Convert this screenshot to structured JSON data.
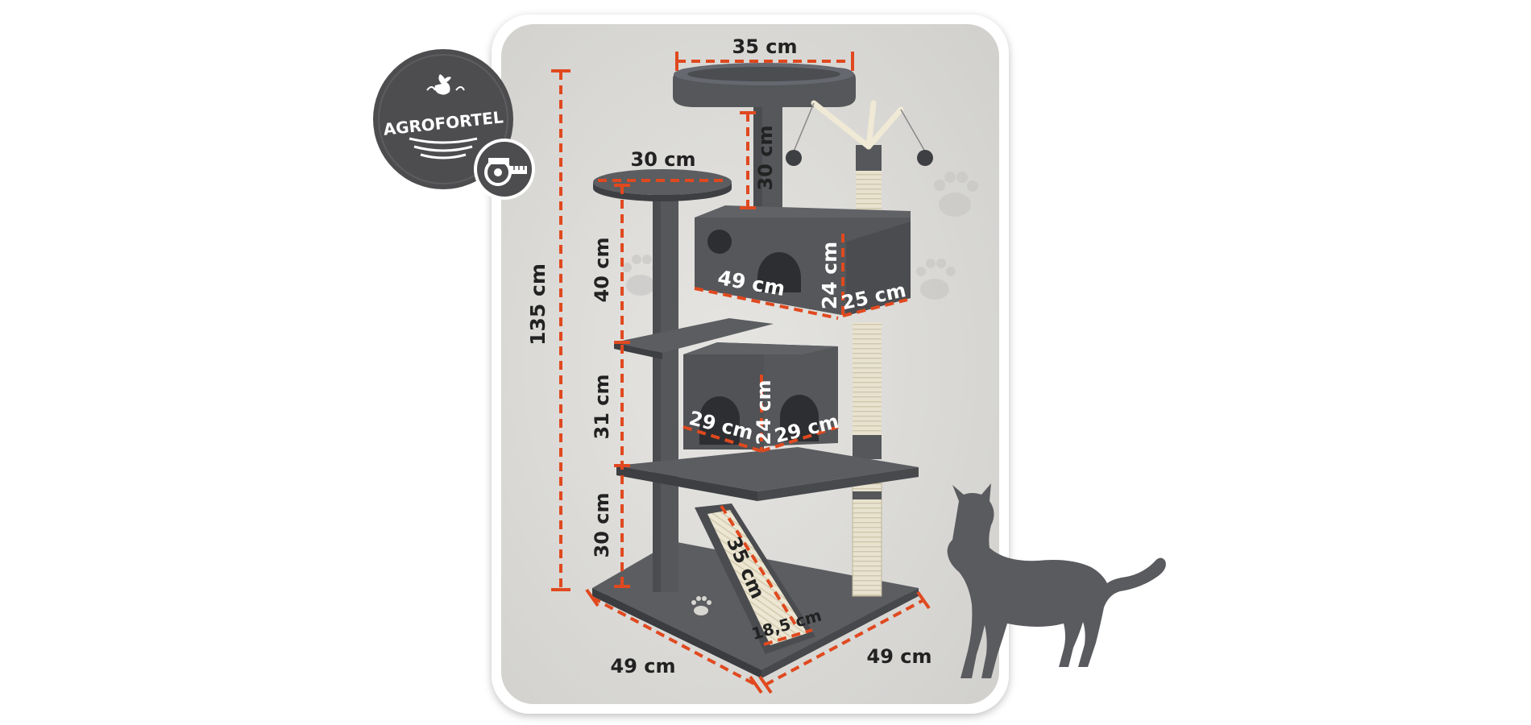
{
  "brand": {
    "name": "AGROFORTEL"
  },
  "colors": {
    "background": "#ffffff",
    "panel": "#dcdbd8",
    "panel_border": "#ffffff",
    "carpet": "#55575a",
    "carpet_dark": "#44464a",
    "sisal": "#e8e2cf",
    "dimension_line": "#e0491f",
    "badge": "#4d4d4f",
    "cat": "#5a5b5e"
  },
  "icons": {
    "badge_emblem": "rooster-icon",
    "badge_field": "field-rows-icon",
    "measure": "tape-measure-icon",
    "silhouette": "cat-silhouette-icon",
    "paw": "paw-print-icon"
  },
  "dimensions": {
    "top_platform_width": "35 cm",
    "top_post_height": "30 cm",
    "left_platform_width": "30 cm",
    "left_post_height": "40 cm",
    "total_height": "135 cm",
    "upper_house_length": "49 cm",
    "upper_house_height": "24 cm",
    "upper_house_depth": "25 cm",
    "middle_section_height": "31 cm",
    "lower_house_front": "29 cm",
    "lower_house_height": "24 cm",
    "lower_house_side": "29 cm",
    "base_section_height": "30 cm",
    "ramp_length": "35 cm",
    "ramp_width": "18,5 cm",
    "base_left": "49 cm",
    "base_right": "49 cm"
  }
}
